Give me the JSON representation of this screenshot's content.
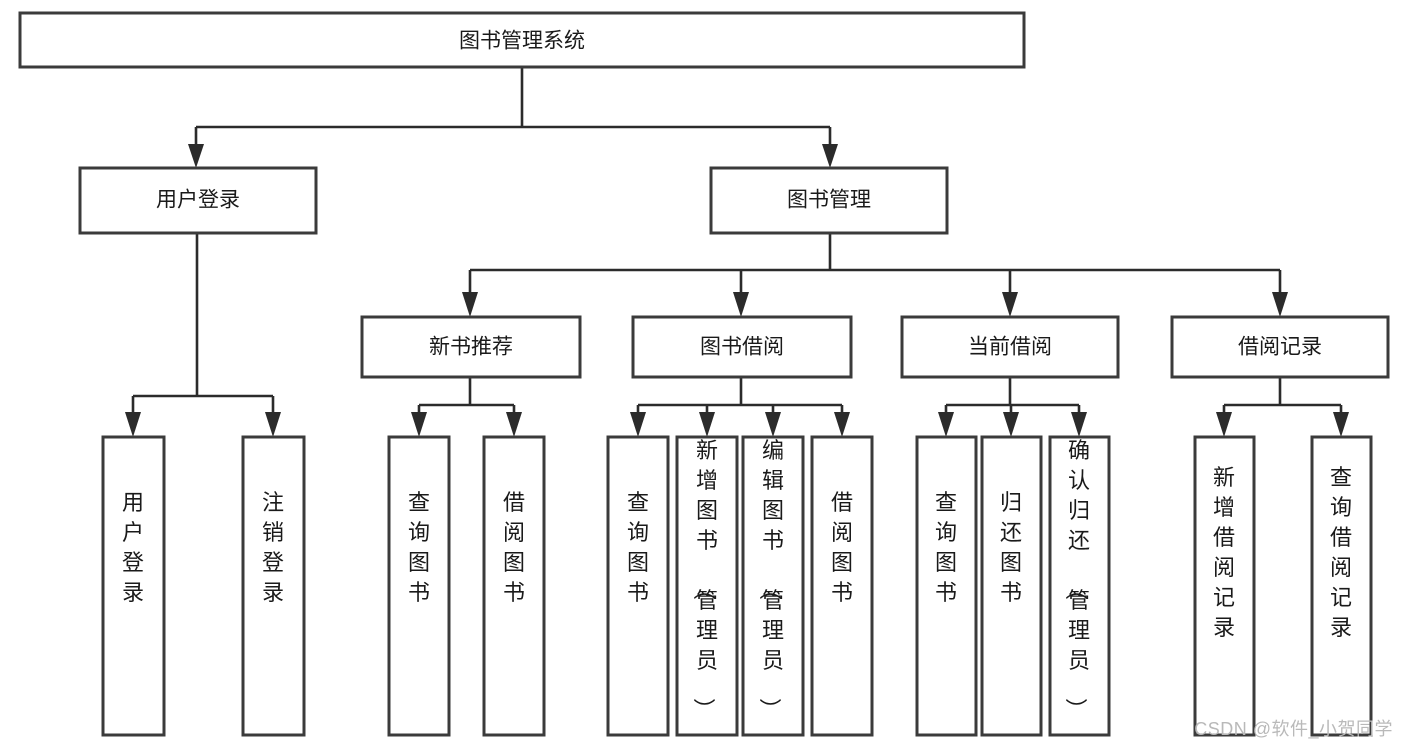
{
  "diagram": {
    "type": "tree-hierarchy",
    "title": "图书管理系统",
    "watermark": "CSDN @软件_小贺同学",
    "colors": {
      "background": "#ffffff",
      "box_fill": "#ffffff",
      "box_stroke": "#3b3b3b",
      "connector": "#2b2b2b",
      "text": "#1a1a1a",
      "watermark": "#b9b9b9"
    },
    "levels": {
      "root": {
        "id": "root",
        "label": "图书管理系统"
      },
      "level2": [
        {
          "id": "user-login",
          "label": "用户登录"
        },
        {
          "id": "book-management",
          "label": "图书管理"
        }
      ],
      "level3": [
        {
          "id": "new-book-recommend",
          "label": "新书推荐",
          "parent": "book-management"
        },
        {
          "id": "book-borrow",
          "label": "图书借阅",
          "parent": "book-management"
        },
        {
          "id": "current-borrow",
          "label": "当前借阅",
          "parent": "book-management"
        },
        {
          "id": "borrow-record",
          "label": "借阅记录",
          "parent": "book-management"
        }
      ],
      "leaves": [
        {
          "id": "leaf-user-login",
          "label": "用户登录",
          "parent": "user-login"
        },
        {
          "id": "leaf-logout-login",
          "label": "注销登录",
          "parent": "user-login"
        },
        {
          "id": "leaf-query-book-1",
          "label": "查询图书",
          "parent": "new-book-recommend"
        },
        {
          "id": "leaf-borrow-book-1",
          "label": "借阅图书",
          "parent": "new-book-recommend"
        },
        {
          "id": "leaf-query-book-2",
          "label": "查询图书",
          "parent": "book-borrow"
        },
        {
          "id": "leaf-add-book",
          "label": "新增图书（管理员）",
          "parent": "book-borrow"
        },
        {
          "id": "leaf-edit-book",
          "label": "编辑图书（管理员）",
          "parent": "book-borrow"
        },
        {
          "id": "leaf-borrow-book-2",
          "label": "借阅图书",
          "parent": "book-borrow"
        },
        {
          "id": "leaf-query-book-3",
          "label": "查询图书",
          "parent": "current-borrow"
        },
        {
          "id": "leaf-return-book",
          "label": "归还图书",
          "parent": "current-borrow"
        },
        {
          "id": "leaf-confirm-return",
          "label": "确认归还（管理员）",
          "parent": "current-borrow"
        },
        {
          "id": "leaf-add-borrow-record",
          "label": "新增借阅记录",
          "parent": "borrow-record"
        },
        {
          "id": "leaf-query-borrow-record",
          "label": "查询借阅记录",
          "parent": "borrow-record"
        }
      ]
    }
  }
}
